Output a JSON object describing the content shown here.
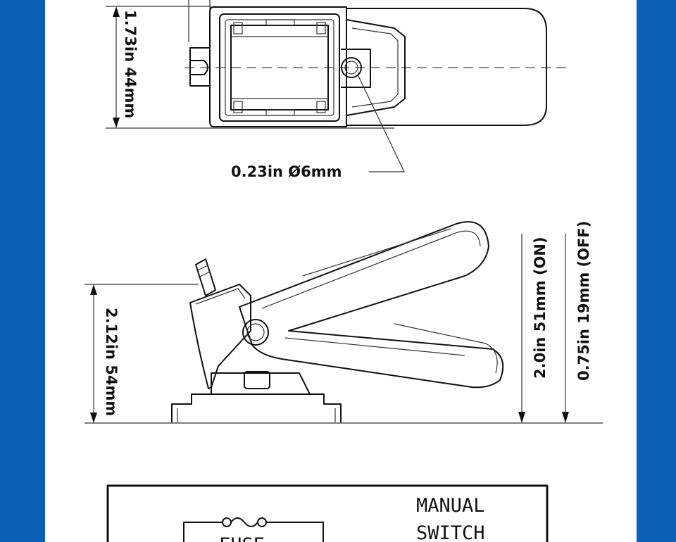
{
  "dimensions": {
    "width_label": "1.73in 44mm",
    "hole_label": "0.23in Ø6mm",
    "height_label": "2.12in 54mm",
    "on_label": "2.0in 51mm (ON)",
    "off_label": "0.75in 19mm (OFF)"
  },
  "wiring": {
    "manual_label": "MANUAL",
    "switch_label": "SWITCH",
    "fuse_label": "FUSE"
  },
  "colors": {
    "frame_blue": "#0b60b5",
    "sheet": "#ffffff",
    "ink": "#111111"
  }
}
